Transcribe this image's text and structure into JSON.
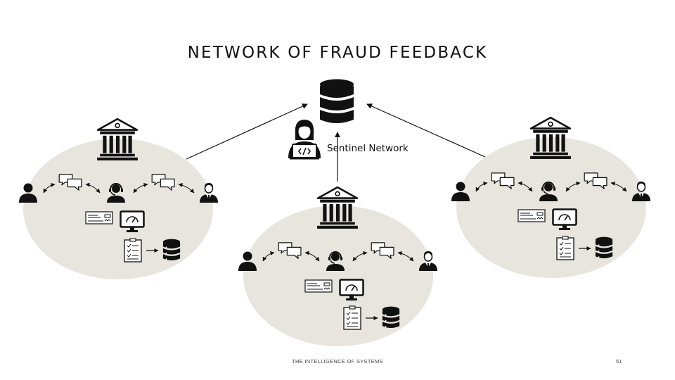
{
  "slide": {
    "title": "NETWORK OF FRAUD FEEDBACK",
    "footer": "THE INTELLIGENCE OF SYSTEMS",
    "page_number": "51"
  },
  "hub": {
    "label": "Sentinel Network",
    "icons": [
      "database-icon",
      "developer-icon"
    ]
  },
  "banks": [
    {
      "name": "bank-left",
      "icons": [
        "bank-icon",
        "customer-icon",
        "chat-icon",
        "agent-icon",
        "banker-icon",
        "check-icon",
        "dashboard-icon",
        "checklist-icon",
        "database-icon"
      ]
    },
    {
      "name": "bank-center",
      "icons": [
        "bank-icon",
        "customer-icon",
        "chat-icon",
        "agent-icon",
        "banker-icon",
        "check-icon",
        "dashboard-icon",
        "checklist-icon",
        "database-icon"
      ]
    },
    {
      "name": "bank-right",
      "icons": [
        "bank-icon",
        "customer-icon",
        "chat-icon",
        "agent-icon",
        "banker-icon",
        "check-icon",
        "dashboard-icon",
        "checklist-icon",
        "database-icon"
      ]
    }
  ],
  "colors": {
    "cluster_fill": "#e8e5de",
    "ink": "#111111"
  }
}
